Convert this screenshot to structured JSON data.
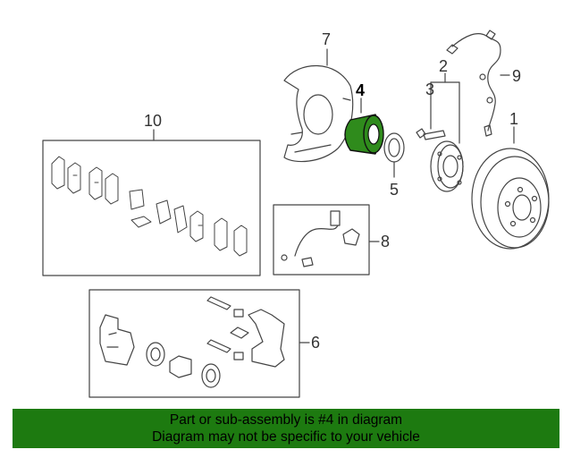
{
  "diagram": {
    "highlight_color": "#2f8b1c",
    "highlighted_part": "4",
    "callouts": [
      "1",
      "2",
      "3",
      "4",
      "5",
      "6",
      "7",
      "8",
      "9",
      "10"
    ]
  },
  "banner": {
    "background": "#1d7a10",
    "line1": "Part or sub-assembly is #4 in diagram",
    "line2": "Diagram may not be specific to your vehicle"
  }
}
